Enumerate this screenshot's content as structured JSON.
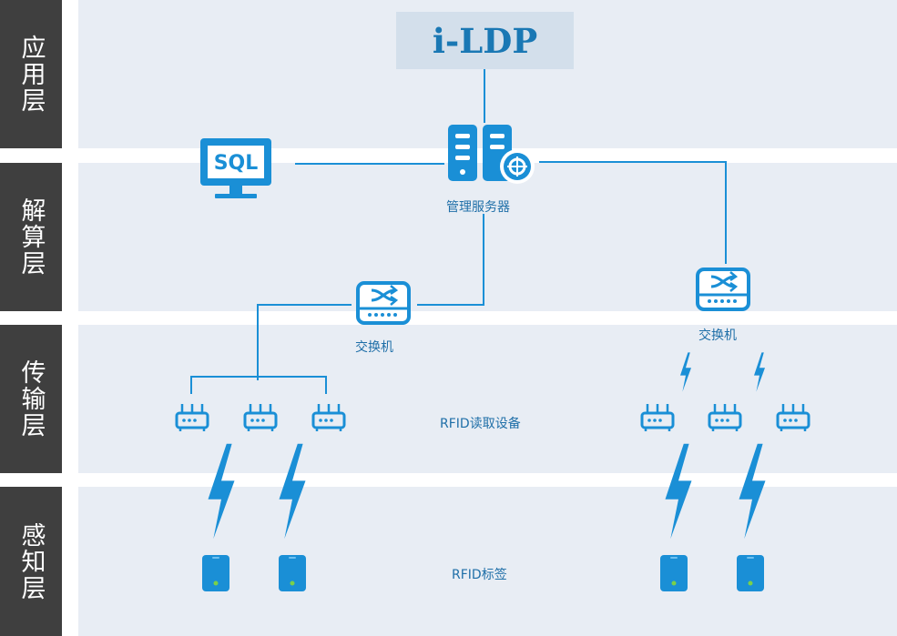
{
  "layers": [
    "应用层",
    "解算层",
    "传输层",
    "感知层"
  ],
  "app_title": "i-LDP",
  "sql_label": "SQL",
  "server_label": "管理服务器",
  "switch_label": "交换机",
  "reader_label": "RFID读取设备",
  "tag_label": "RFID标签",
  "colors": {
    "label_bg": "#3f3f3f",
    "band_bg": "#e8edf4",
    "title_bg": "#d3dfeb",
    "accent": "#1a8fd6"
  }
}
